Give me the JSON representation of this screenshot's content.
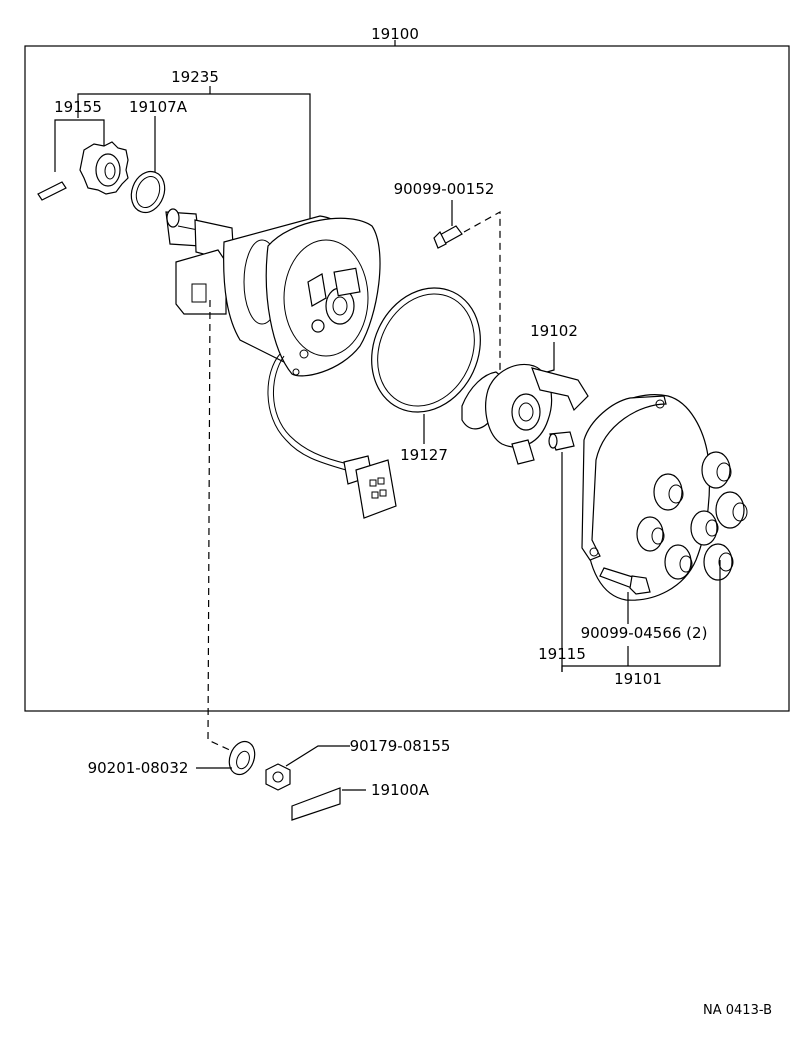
{
  "diagram": {
    "assembly_label": "19100",
    "footer_code": "NA 0413-B",
    "parts": {
      "housing_assembly": "19235",
      "pin": "19155",
      "o_ring": "19107A",
      "bolt_top": "90099-00152",
      "rotor_cover": "19102",
      "gasket": "19127",
      "terminal": "19115",
      "cap_bolt": "90099-04566 (2)",
      "distributor_cap": "19101",
      "washer": "90201-08032",
      "nut": "90179-08155",
      "label_plate": "19100A"
    }
  }
}
